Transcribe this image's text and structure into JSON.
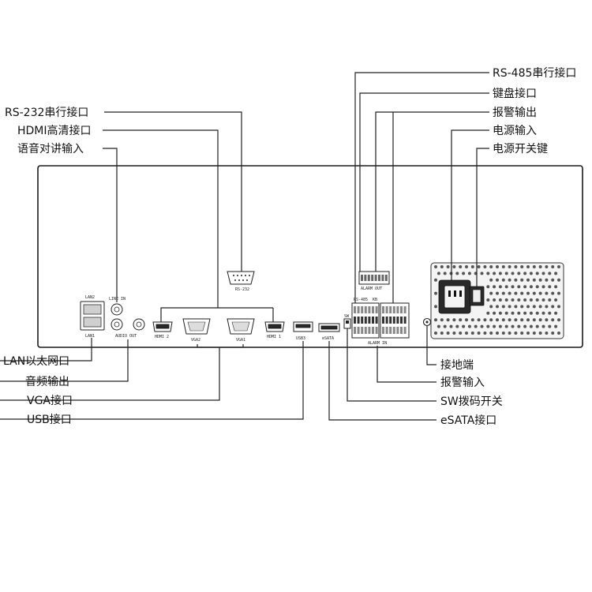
{
  "callouts_left": [
    "RS-232串行接口",
    "HDMI高清接口",
    "语音对讲输入"
  ],
  "callouts_right_top": [
    "RS-485串行接口",
    "键盘接口",
    "报警输出",
    "电源输入",
    "电源开关键"
  ],
  "callouts_bottom_left": [
    "LAN以太网口",
    "音频输出",
    "VGA接口",
    "USB接口"
  ],
  "callouts_bottom_right": [
    "接地端",
    "报警输入",
    "SW拨码开关",
    "eSATA接口"
  ],
  "port_labels": {
    "rs232": "RS-232",
    "lan2": "LAN2",
    "lan1": "LAN1",
    "line_in": "LINE IN",
    "audio_out": "AUDIO OUT",
    "hdmi2": "HDMI 2",
    "vga2": "VGA2",
    "vga1": "VGA1",
    "hdmi1": "HDMI 1",
    "usb3": "USB3",
    "esata": "eSATA",
    "alarm_out": "ALARM OUT",
    "alarm_in": "ALARM IN",
    "rs485": "RS-485",
    "kb": "KB",
    "sw": "SW"
  }
}
